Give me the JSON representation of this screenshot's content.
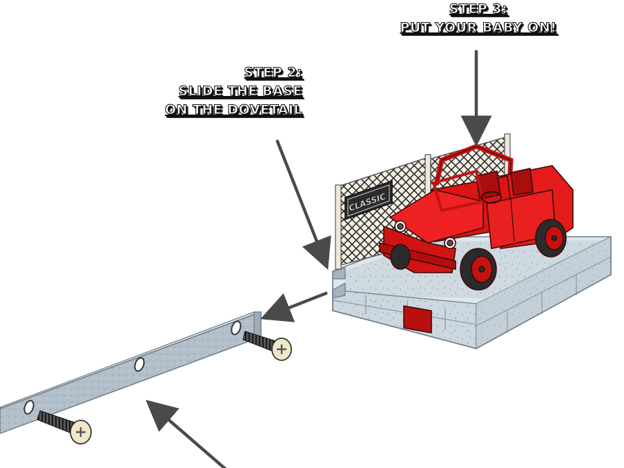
{
  "labels": {
    "step3": {
      "line1": "STEP 3:",
      "line2": "PUT YOUR BABY ON!"
    },
    "step2": {
      "line1": "STEP 2:",
      "line2": "SLIDE THE BASE",
      "line3": "ON THE DOVETAIL"
    },
    "sign_text": "CLASSIC"
  },
  "colors": {
    "car_red": "#e31b1b",
    "base_stone": "#c9d3dc",
    "rail_metal": "#a8b6c2",
    "arrow": "#4a4a4a",
    "fence": "#efe9dc"
  },
  "icons": [
    "screw-icon",
    "arrow-icon",
    "car-icon",
    "fence-icon"
  ]
}
